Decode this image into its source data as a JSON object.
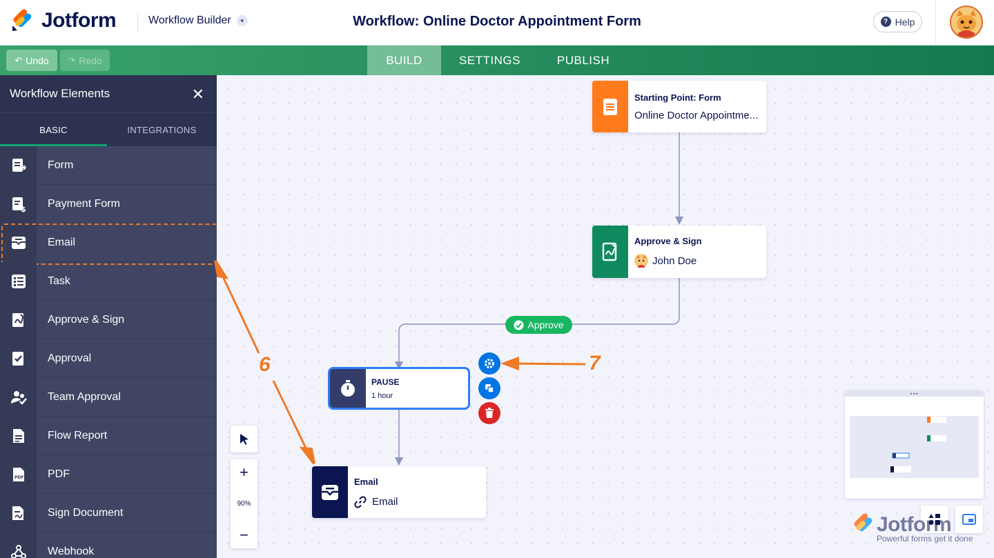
{
  "header": {
    "brand": "Jotform",
    "mode": "Workflow Builder",
    "title": "Workflow: Online Doctor Appointment Form",
    "help": "Help"
  },
  "toolbar": {
    "undo": "Undo",
    "redo": "Redo",
    "tabs": [
      "BUILD",
      "SETTINGS",
      "PUBLISH"
    ],
    "active_tab": "BUILD"
  },
  "sidebar": {
    "title": "Workflow Elements",
    "tabs": [
      "BASIC",
      "INTEGRATIONS"
    ],
    "items": [
      {
        "label": "Form",
        "icon": "form-icon"
      },
      {
        "label": "Payment Form",
        "icon": "payment-form-icon"
      },
      {
        "label": "Email",
        "icon": "email-icon"
      },
      {
        "label": "Task",
        "icon": "task-icon"
      },
      {
        "label": "Approve & Sign",
        "icon": "approve-sign-icon"
      },
      {
        "label": "Approval",
        "icon": "approval-icon"
      },
      {
        "label": "Team Approval",
        "icon": "team-approval-icon"
      },
      {
        "label": "Flow Report",
        "icon": "flow-report-icon"
      },
      {
        "label": "PDF",
        "icon": "pdf-icon"
      },
      {
        "label": "Sign Document",
        "icon": "sign-document-icon"
      },
      {
        "label": "Webhook",
        "icon": "webhook-icon"
      }
    ]
  },
  "nodes": {
    "start": {
      "title": "Starting Point: Form",
      "sub": "Online Doctor Appointme..."
    },
    "approve": {
      "title": "Approve & Sign",
      "sub": "John Doe"
    },
    "pause": {
      "title": "PAUSE",
      "sub": "1 hour"
    },
    "email": {
      "title": "Email",
      "sub": "Email"
    }
  },
  "edge_label": "Approve",
  "zoom": {
    "value": "90%"
  },
  "watermark": {
    "brand": "Jotform",
    "tagline": "Powerful forms get it done"
  },
  "annotations": {
    "a6": "6",
    "a7": "7"
  },
  "colors": {
    "navy": "#0a1551",
    "green": "#18b661",
    "orange": "#ff7b1c",
    "approve_green": "#0f8a5f",
    "blue": "#0075e3",
    "red": "#dc2626",
    "annotation": "#ee7a26"
  }
}
